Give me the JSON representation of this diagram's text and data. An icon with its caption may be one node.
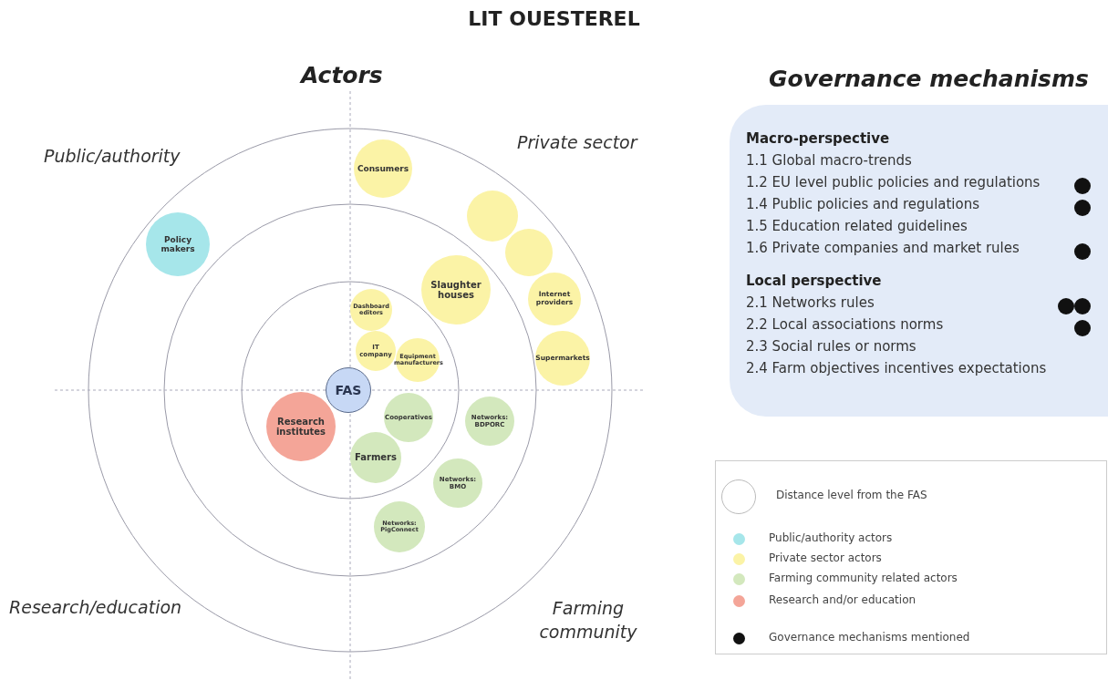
{
  "diagram": {
    "title": "LIT OUESTEREL",
    "nodes": [
      {
        "text": [
          "Consumers"
        ]
      },
      {
        "text": [
          "Policy makers"
        ]
      },
      {
        "text": [],
        "shape": "circle"
      },
      {
        "text": [],
        "shape": "circle"
      },
      {
        "text": [
          "Slaughter houses"
        ]
      },
      {
        "text": [
          "Internet providers"
        ]
      },
      {
        "text": [
          "Dashboard editors"
        ]
      },
      {
        "text": [
          "IT company"
        ]
      },
      {
        "text": [
          "Equipment manufacturers"
        ]
      },
      {
        "text": [
          "Supermarkets"
        ]
      },
      {
        "text": [
          "FAS"
        ]
      },
      {
        "text": [
          "Cooperatives"
        ]
      },
      {
        "text": [
          "Networks: BDPORC"
        ]
      },
      {
        "text": [
          "Research institutes"
        ]
      },
      {
        "text": [
          "Farmers"
        ]
      },
      {
        "text": [
          "Networks: BMO"
        ]
      },
      {
        "text": [
          "Networks: PigConnect"
        ]
      },
      {
        "text": [
          "Macro-perspective",
          "1.1 Global macro-trends",
          "1.2 EU level public policies and regulations",
          "1.4 Public policies and regulations",
          "1.5 Education related guidelines",
          "1.6 Private companies and market rules",
          "Local perspective",
          "2.1 Networks rules",
          "2.2 Local associations norms",
          "2.3 Social rules or norms",
          "2.4 Farm objectives incentives expectations"
        ]
      }
    ],
    "edges": [],
    "labels": [
      "Actors",
      "Governance mechanisms",
      "Public/authority",
      "Private sector",
      "Research/education",
      "Farming community"
    ],
    "legend": [
      {
        "text": "Distance level from the FAS"
      },
      {
        "text": "Public/authority actors",
        "color": "#a6e6ea"
      },
      {
        "text": "Private sector actors",
        "color": "#fbf3a6"
      },
      {
        "text": "Farming community related actors",
        "color": "#d3e8bd"
      },
      {
        "text": "Research and/or education",
        "color": "#f4a598"
      },
      {
        "text": "Governance mechanisms mentioned",
        "color": "#111111"
      }
    ]
  }
}
